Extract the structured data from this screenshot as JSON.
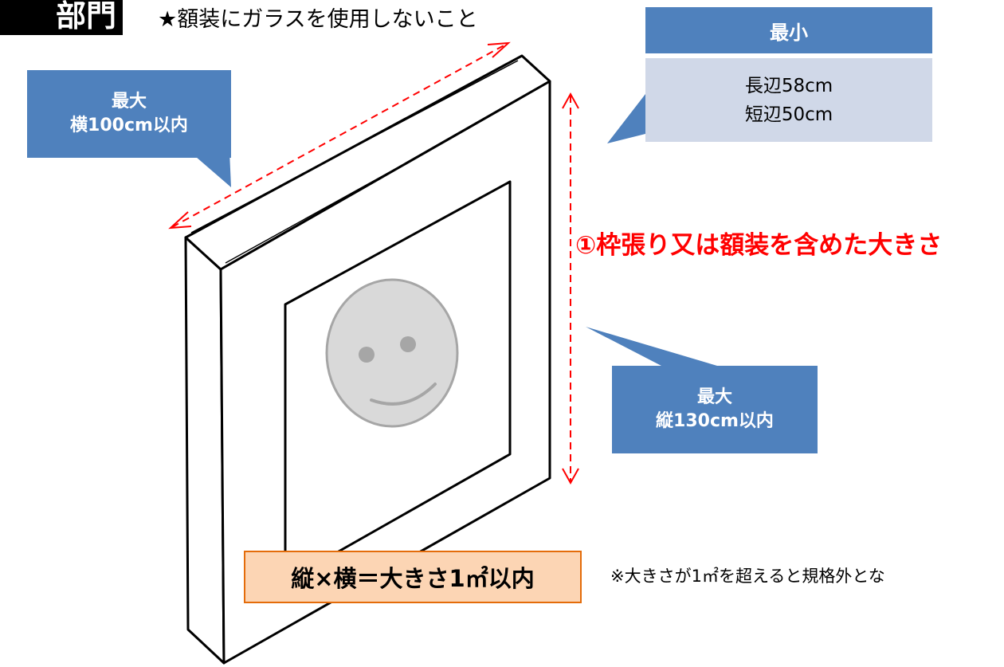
{
  "header": {
    "cut_label": "部門",
    "note": "★額装にガラスを使用しないこと"
  },
  "callouts": {
    "max_width": {
      "line1": "最大",
      "line2": "横100cm以内"
    },
    "max_height": {
      "line1": "最大",
      "line2": "縦130cm以内"
    }
  },
  "minimum": {
    "title": "最小",
    "long_side": "長辺58cm",
    "short_side": "短辺50cm"
  },
  "size_rule_label": "①枠張り又は額装を含めた大きさ",
  "area_rule": "縦×横＝大きさ1㎡以内",
  "footnote": "※大きさが1㎡を超えると規格外とな",
  "colors": {
    "callout_blue": "#4f81bd",
    "minimum_body": "#d0d8e8",
    "dimension_red": "#ff0000",
    "area_box_fill": "#fcd5b4",
    "area_box_border": "#e46c0a",
    "face_gray": "#d9d9d9"
  }
}
